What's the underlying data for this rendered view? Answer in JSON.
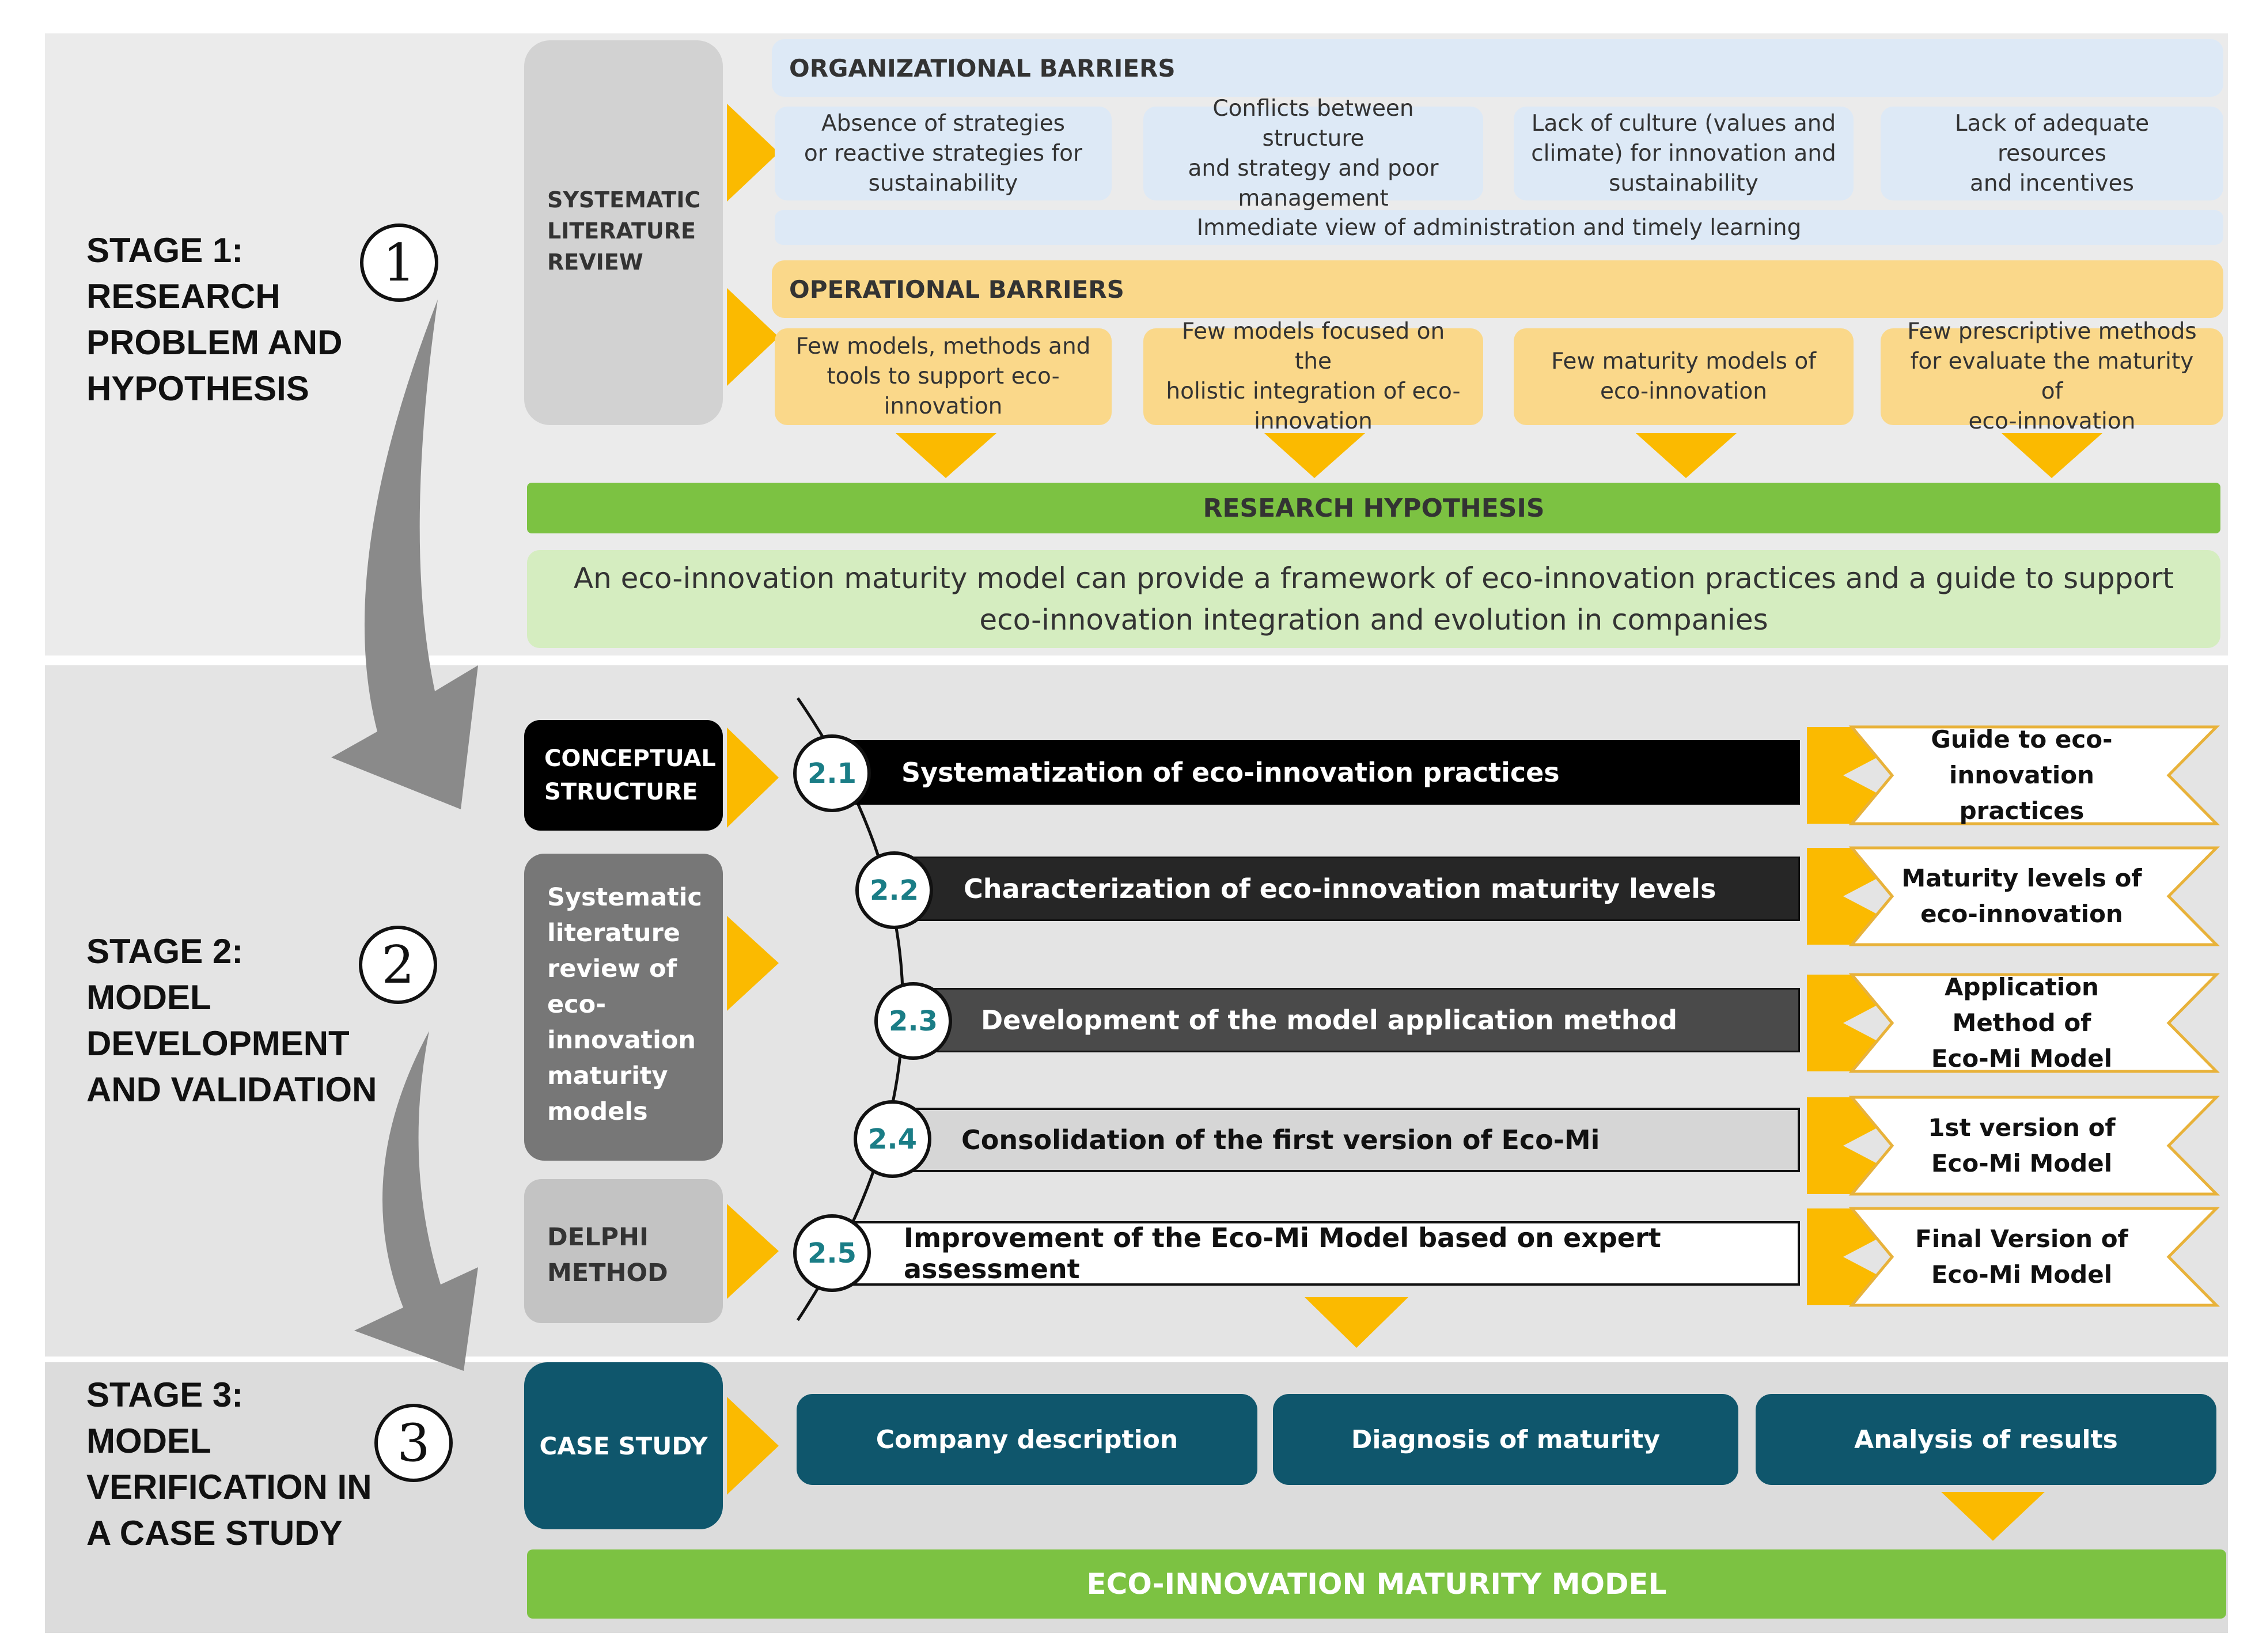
{
  "stages": {
    "s1": {
      "number": "1",
      "title": [
        "STAGE 1:",
        "RESEARCH",
        "PROBLEM AND",
        "HYPOTHESIS"
      ]
    },
    "s2": {
      "number": "2",
      "title": [
        "STAGE 2:",
        "MODEL",
        "DEVELOPMENT",
        "AND VALIDATION"
      ]
    },
    "s3": {
      "number": "3",
      "title": [
        "STAGE 3:",
        "MODEL",
        "VERIFICATION IN",
        "A  CASE STUDY"
      ]
    }
  },
  "stage1": {
    "source": [
      "SYSTEMATIC",
      "LITERATURE",
      "REVIEW"
    ],
    "organizational": {
      "header": "ORGANIZATIONAL BARRIERS",
      "items": [
        [
          "Absence of strategies",
          "or reactive strategies for",
          "sustainability"
        ],
        [
          "Conflicts between structure",
          "and strategy and poor",
          "management"
        ],
        [
          "Lack of culture (values and",
          "climate) for innovation and",
          "sustainability"
        ],
        [
          "Lack of adequate resources",
          "and incentives"
        ]
      ],
      "wide_item": "Immediate view of administration and timely learning"
    },
    "operational": {
      "header": "OPERATIONAL BARRIERS",
      "items": [
        [
          "Few models, methods and",
          "tools to support eco-",
          "innovation"
        ],
        [
          "Few models focused on the",
          "holistic integration of eco-",
          "innovation"
        ],
        [
          "Few maturity models of",
          "eco-innovation"
        ],
        [
          "Few prescriptive methods",
          "for evaluate the maturity of",
          "eco-innovation"
        ]
      ]
    },
    "hypothesis_label": "RESEARCH HYPOTHESIS",
    "hypothesis_text": [
      "An eco-innovation maturity model can provide a framework of eco-innovation practices and a guide to support",
      "eco-innovation integration and evolution in companies"
    ]
  },
  "stage2": {
    "sources": {
      "conceptual": [
        "CONCEPTUAL",
        "STRUCTURE"
      ],
      "slr": [
        "Systematic",
        "literature",
        "review of",
        "eco-",
        "innovation",
        "maturity",
        "models"
      ],
      "delphi": [
        "DELPHI",
        "METHOD"
      ]
    },
    "steps": [
      {
        "num": "2.1",
        "label": "Systematization of eco-innovation practices",
        "output": [
          "Guide to eco-",
          "innovation practices"
        ]
      },
      {
        "num": "2.2",
        "label": "Characterization of eco-innovation maturity levels",
        "output": [
          "Maturity levels of",
          "eco-innovation"
        ]
      },
      {
        "num": "2.3",
        "label": "Development of the model application method",
        "output": [
          "Application Method of",
          "Eco-Mi Model"
        ]
      },
      {
        "num": "2.4",
        "label": "Consolidation of the first version of Eco-Mi",
        "output": [
          "1st version of",
          "Eco-Mi Model"
        ]
      },
      {
        "num": "2.5",
        "label": "Improvement of the Eco-Mi Model based on expert assessment",
        "output": [
          "Final Version of",
          "Eco-Mi Model"
        ]
      }
    ]
  },
  "stage3": {
    "source": "CASE STUDY",
    "steps": [
      "Company description",
      "Diagnosis of maturity",
      "Analysis of results"
    ],
    "final": "ECO-INNOVATION MATURITY MODEL"
  },
  "colors": {
    "stage_bg": "#ebebeb",
    "org_blue": "#dde9f6",
    "op_orange": "#fad88a",
    "arrow_yellow": "#fbba00",
    "green": "#7cc242",
    "light_green": "#d5edc0",
    "teal": "#0f566c"
  }
}
